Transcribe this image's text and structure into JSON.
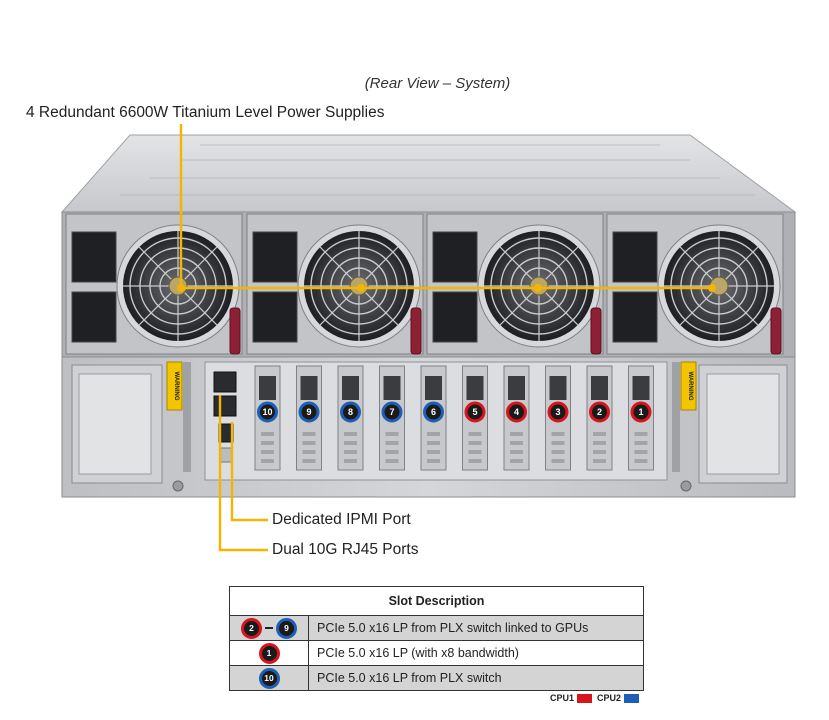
{
  "caption": "(Rear View – System)",
  "callouts": {
    "power_supplies": "4 Redundant 6600W Titanium Level Power Supplies",
    "ipmi": "Dedicated IPMI Port",
    "rj45": "Dual 10G RJ45 Ports"
  },
  "slots": [
    {
      "number": "10",
      "cpu": "cpu2"
    },
    {
      "number": "9",
      "cpu": "cpu2"
    },
    {
      "number": "8",
      "cpu": "cpu2"
    },
    {
      "number": "7",
      "cpu": "cpu2"
    },
    {
      "number": "6",
      "cpu": "cpu2"
    },
    {
      "number": "5",
      "cpu": "cpu1"
    },
    {
      "number": "4",
      "cpu": "cpu1"
    },
    {
      "number": "3",
      "cpu": "cpu1"
    },
    {
      "number": "2",
      "cpu": "cpu1"
    },
    {
      "number": "1",
      "cpu": "cpu1"
    }
  ],
  "warning_label": "WARNING",
  "table": {
    "header": "Slot Description",
    "rows": [
      {
        "from": "2",
        "to": "9",
        "description": "PCIe 5.0 x16 LP from PLX switch linked to GPUs"
      },
      {
        "single": "1",
        "description": "PCIe 5.0 x16 LP (with x8 bandwidth)"
      },
      {
        "single": "10",
        "description": "PCIe 5.0 x16 LP from PLX switch"
      }
    ]
  },
  "legend": {
    "cpu1": "CPU1",
    "cpu2": "CPU2"
  },
  "colors": {
    "cpu1": "#d8141c",
    "cpu2": "#1d5fb5",
    "callout_line": "#f5b400",
    "chassis": "#c9cbcf"
  }
}
